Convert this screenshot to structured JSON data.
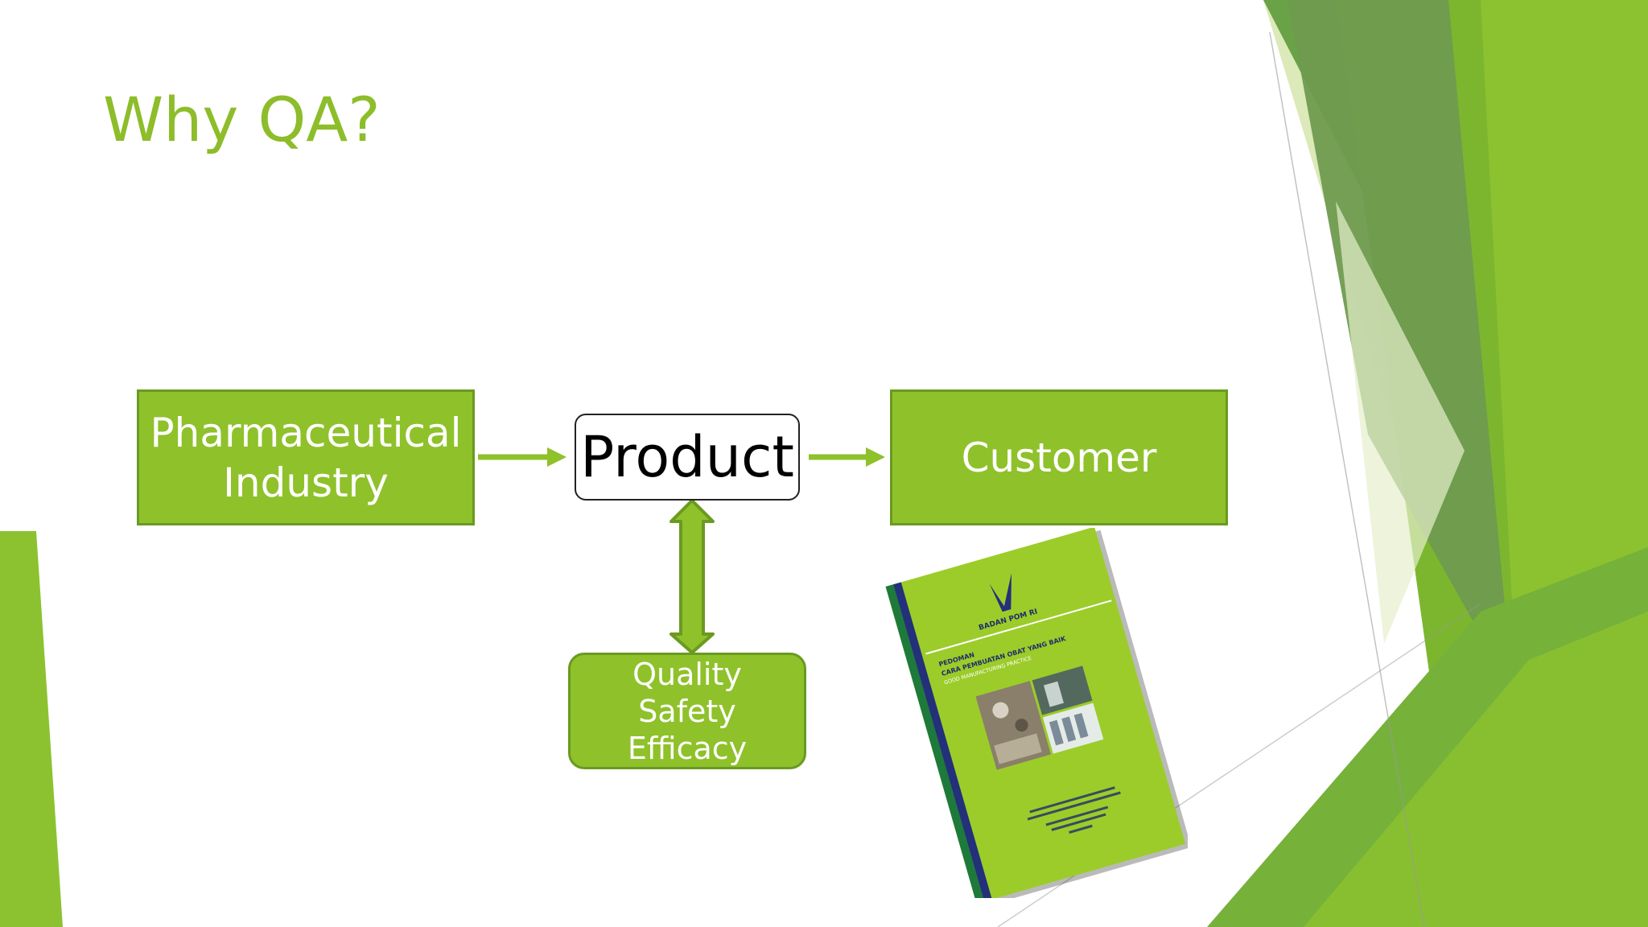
{
  "slide": {
    "title": "Why QA?"
  },
  "diagram": {
    "industry": {
      "line1": "Pharmaceutical",
      "line2": "Industry"
    },
    "product": "Product",
    "customer": "Customer",
    "attributes": [
      "Quality",
      "Safety",
      "Efficacy"
    ]
  },
  "book_image": {
    "org_name": "BADAN POM RI",
    "heading": "PEDOMAN",
    "subtitle": "CARA PEMBUATAN OBAT YANG BAIK",
    "subtitle_en": "GOOD MANUFACTURING PRACTICE"
  },
  "colors": {
    "accent": "#8fc12b",
    "accent_dark": "#6a9a20",
    "title": "#8dbd2a"
  }
}
